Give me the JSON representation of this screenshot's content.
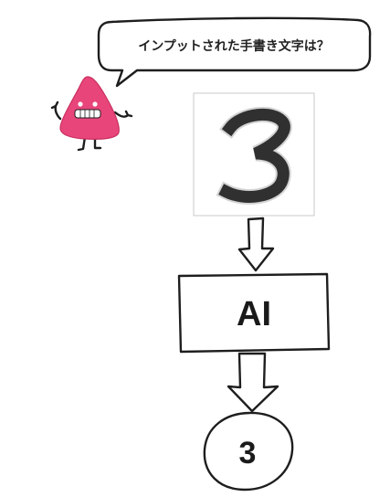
{
  "speech_bubble": {
    "text": "インプットされた手書き文字は？"
  },
  "character": {
    "icon": "pink-triangle-mascot-icon",
    "color": "#e8457a"
  },
  "input_image": {
    "icon": "handwritten-digit-3-icon",
    "digit": "3"
  },
  "model_box": {
    "label": "AI"
  },
  "output_node": {
    "label": "3"
  }
}
